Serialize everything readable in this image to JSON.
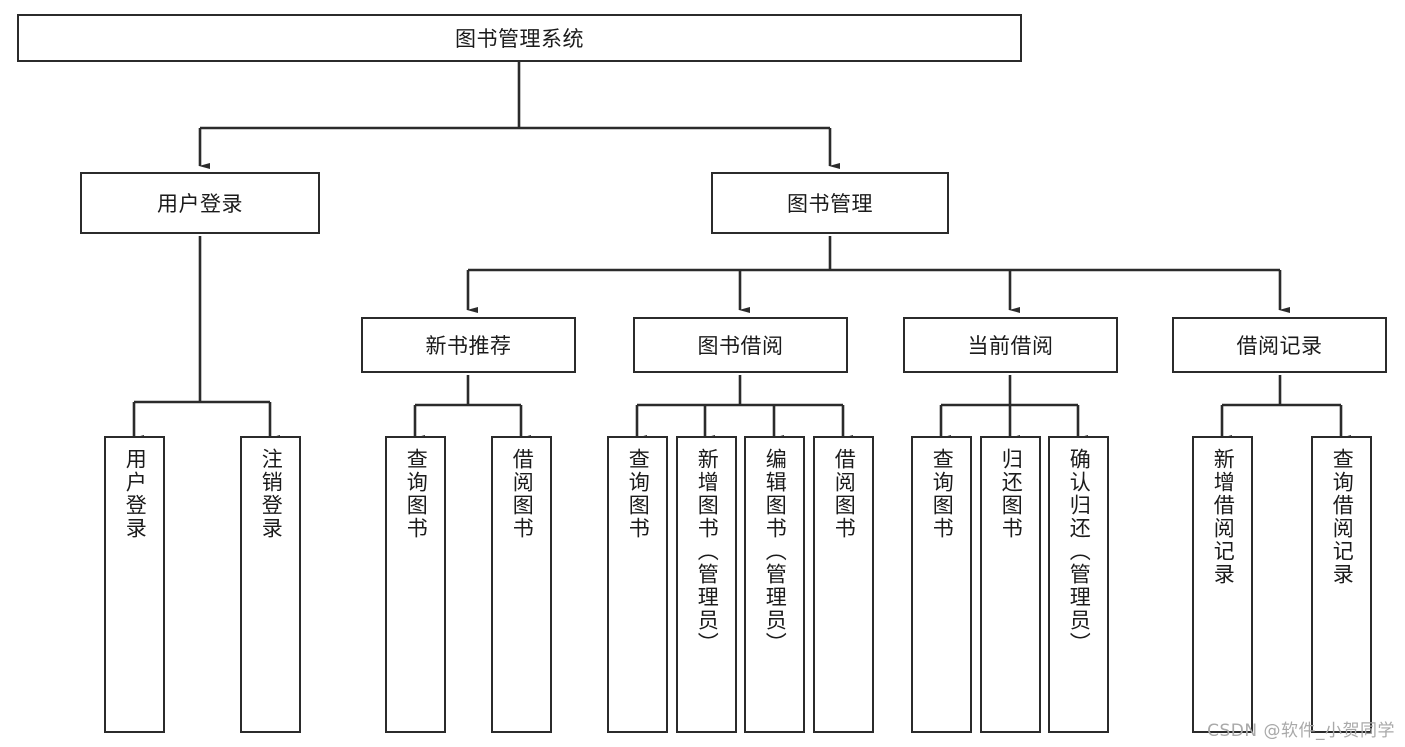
{
  "diagram": {
    "title_node": {
      "label": "图书管理系统"
    },
    "level1": [
      {
        "id": "user-login",
        "label": "用户登录"
      },
      {
        "id": "book-management",
        "label": "图书管理"
      }
    ],
    "level2": [
      {
        "id": "new-book-recommend",
        "label": "新书推荐"
      },
      {
        "id": "book-borrow",
        "label": "图书借阅"
      },
      {
        "id": "current-borrow",
        "label": "当前借阅"
      },
      {
        "id": "borrow-record",
        "label": "借阅记录"
      }
    ],
    "leaves": [
      {
        "id": "leaf-user-login",
        "label": "用户登录"
      },
      {
        "id": "leaf-logout-login",
        "label": "注销登录"
      },
      {
        "id": "leaf-query-book-1",
        "label": "查询图书"
      },
      {
        "id": "leaf-borrow-book-1",
        "label": "借阅图书"
      },
      {
        "id": "leaf-query-book-2",
        "label": "查询图书"
      },
      {
        "id": "leaf-add-book-admin",
        "label": "新增图书（管理员）"
      },
      {
        "id": "leaf-edit-book-admin",
        "label": "编辑图书（管理员）"
      },
      {
        "id": "leaf-borrow-book-2",
        "label": "借阅图书"
      },
      {
        "id": "leaf-query-book-3",
        "label": "查询图书"
      },
      {
        "id": "leaf-return-book",
        "label": "归还图书"
      },
      {
        "id": "leaf-confirm-return-admin",
        "label": "确认归还（管理员）"
      },
      {
        "id": "leaf-add-borrow-record",
        "label": "新增借阅记录"
      },
      {
        "id": "leaf-query-borrow-record",
        "label": "查询借阅记录"
      }
    ],
    "watermark": "CSDN @软件_小贺同学",
    "colors": {
      "stroke": "#2b2b2b",
      "fill": "#ffffff",
      "text": "#1b1b1b",
      "watermark": "#a9a9a9"
    }
  }
}
